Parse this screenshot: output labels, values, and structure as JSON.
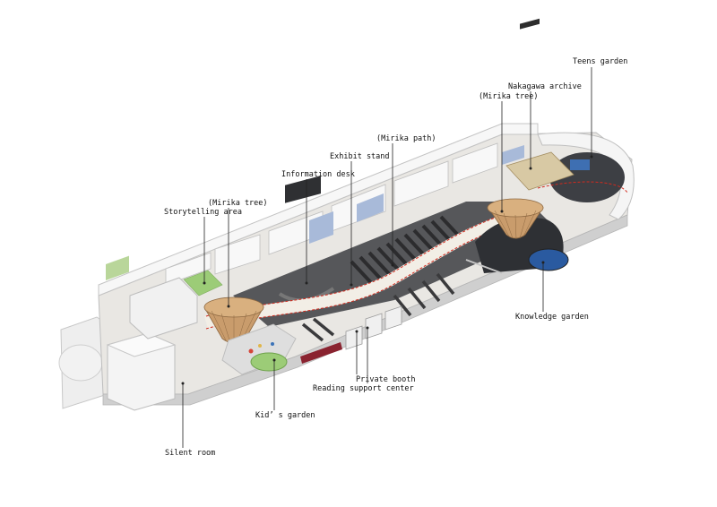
{
  "labels": {
    "teens_garden": "Teens garden",
    "nakagawa_archive": "Nakagawa archive",
    "mirika_tree_right": "(Mirika tree)",
    "mirika_path": "(Mirika path)",
    "exhibit_stand": "Exhibit stand",
    "information_desk": "Information desk",
    "mirika_tree_left": "(Mirika tree)",
    "storytelling_area": "Storytelling area",
    "knowledge_garden": "Knowledge garden",
    "private_booth": "Private booth",
    "reading_support_center": "Reading support center",
    "kids_garden": "Kid’ s garden",
    "silent_room": "Silent room"
  },
  "colors": {
    "floor": "#e9e7e3",
    "wall": "#f6f6f6",
    "wall_shadow": "#d3d3d3",
    "dark_floor": "#4a4a4c",
    "path_dash": "#d22a1e",
    "wood": "#c99c6c",
    "green": "#8fc070",
    "blue_glass": "#9fb3d6"
  }
}
